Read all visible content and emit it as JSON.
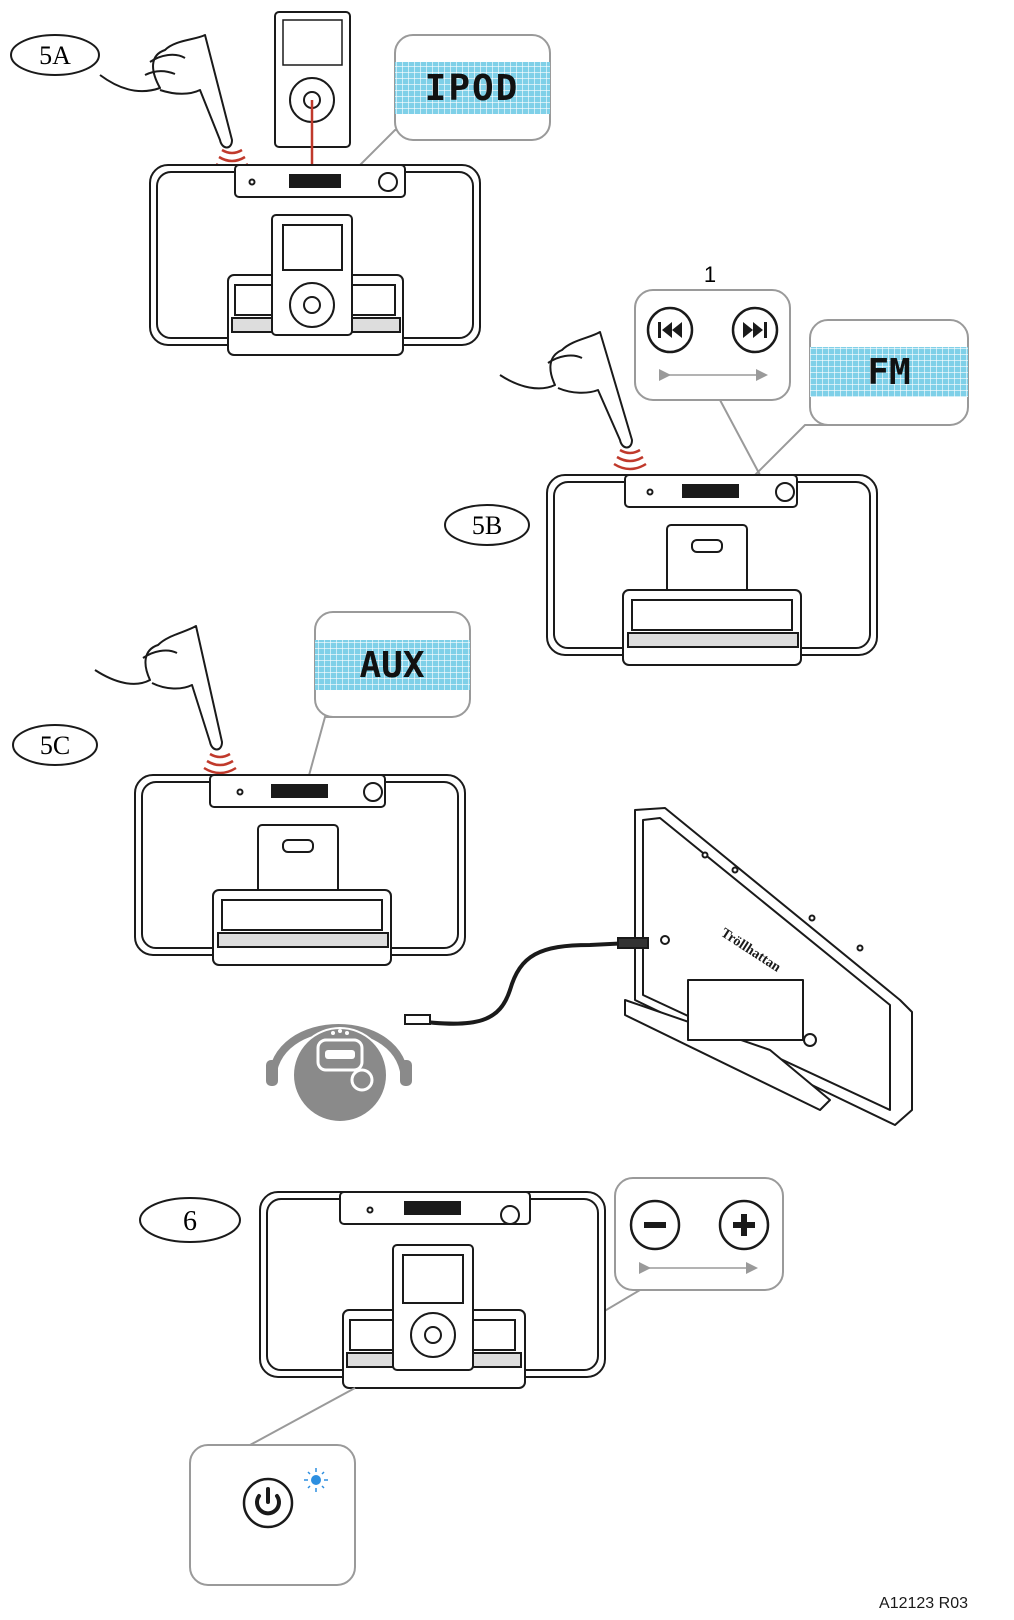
{
  "steps": {
    "s5a": "5A",
    "s5b": "5B",
    "s5c": "5C",
    "s6": "6"
  },
  "displays": {
    "ipod": "IPOD",
    "fm": "FM",
    "aux": "AUX"
  },
  "callout_number": "1",
  "brand_text": "Tröllhattan",
  "icons": {
    "prev": "prev-track-icon",
    "next": "next-track-icon",
    "minus": "volume-minus-icon",
    "plus": "volume-plus-icon",
    "power": "power-icon",
    "led": "blue-led-icon",
    "finger": "finger-press-icon",
    "sound": "sound-wave-icon"
  },
  "colors": {
    "display_bg": "#7fd0e8",
    "display_grid": "#ffffff",
    "display_text": "#111111",
    "callout_border": "#9a9a9a",
    "arrow_red": "#c0392b",
    "sound_red": "#c0392b",
    "led_blue": "#2d8fe0",
    "line": "#1a1a1a",
    "player_grey": "#8a8a8a"
  },
  "footer_code": "A12123 R03"
}
